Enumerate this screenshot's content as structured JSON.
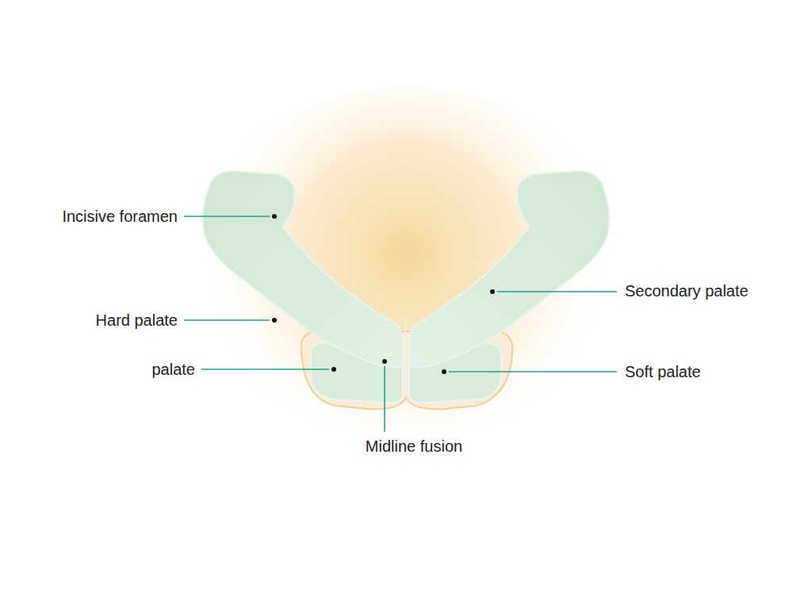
{
  "diagram": {
    "labels": [
      "Incisive foramen",
      "Hard palate",
      "palate",
      "Secondary palate",
      "Soft palate",
      "Midline fusion"
    ]
  }
}
